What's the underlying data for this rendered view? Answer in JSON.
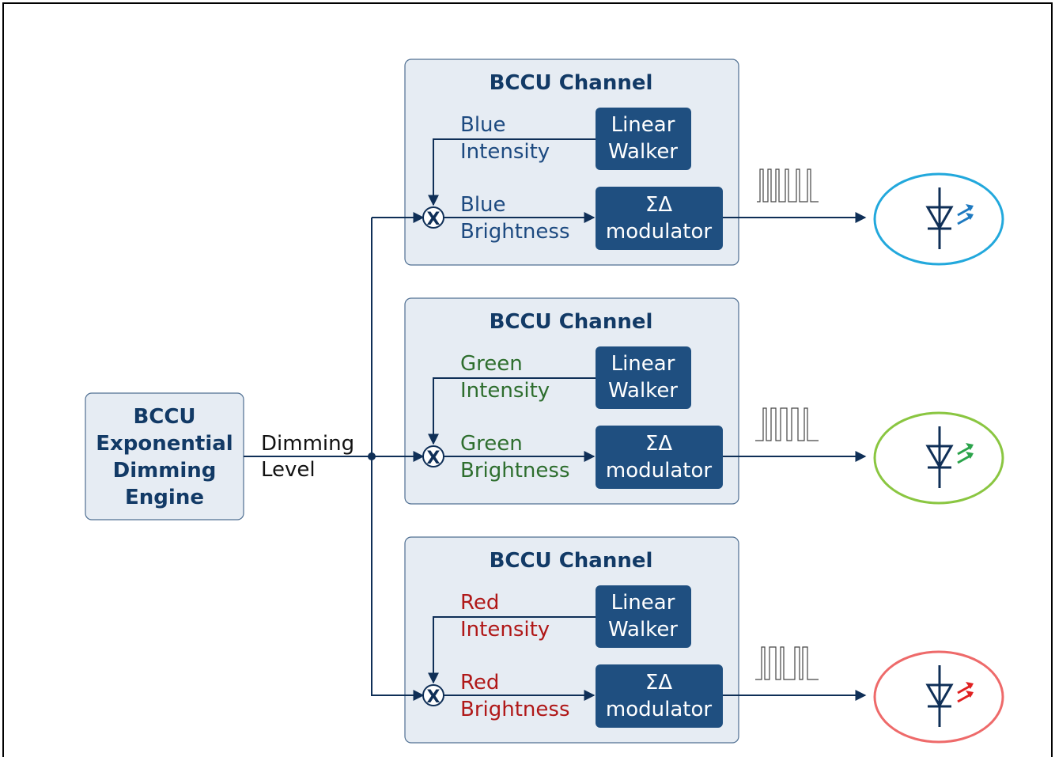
{
  "engine": {
    "lines": [
      "BCCU",
      "Exponential",
      "Dimming",
      "Engine"
    ]
  },
  "dimming_level": {
    "lines": [
      "Dimming",
      "Level"
    ]
  },
  "colors": {
    "box_fill": "#e6ecf3",
    "box_stroke": "#4f6f92",
    "dark_block": "#1f4f80",
    "dark_text": "#123a66",
    "line": "#0f2f57",
    "blue_text": "#1d4a80",
    "green_text": "#2e6e2e",
    "red_text": "#b01818",
    "blue_led_ring": "#22a8dc",
    "green_led_ring": "#8ac641",
    "red_led_ring": "#ee6a6a",
    "blue_arrows": "#1d79c0",
    "green_arrows": "#2aa34a",
    "red_arrows": "#e02020"
  },
  "channels": [
    {
      "title": "BCCU Channel",
      "intensity": [
        "Blue",
        "Intensity"
      ],
      "brightness": [
        "Blue",
        "Brightness"
      ],
      "walker": [
        "Linear",
        "Walker"
      ],
      "modulator": [
        "ΣΔ",
        "modulator"
      ],
      "multiplier": "X",
      "text_color_key": "blue_text",
      "ring_key": "blue_led_ring",
      "arrow_key": "blue_arrows",
      "pulse_icon": "pulse-train-icon"
    },
    {
      "title": "BCCU Channel",
      "intensity": [
        "Green",
        "Intensity"
      ],
      "brightness": [
        "Green",
        "Brightness"
      ],
      "walker": [
        "Linear",
        "Walker"
      ],
      "modulator": [
        "ΣΔ",
        "modulator"
      ],
      "multiplier": "X",
      "text_color_key": "green_text",
      "ring_key": "green_led_ring",
      "arrow_key": "green_arrows",
      "pulse_icon": "pulse-train-icon"
    },
    {
      "title": "BCCU Channel",
      "intensity": [
        "Red",
        "Intensity"
      ],
      "brightness": [
        "Red",
        "Brightness"
      ],
      "walker": [
        "Linear",
        "Walker"
      ],
      "modulator": [
        "ΣΔ",
        "modulator"
      ],
      "multiplier": "X",
      "text_color_key": "red_text",
      "ring_key": "red_led_ring",
      "arrow_key": "red_arrows",
      "pulse_icon": "pulse-train-icon"
    }
  ]
}
